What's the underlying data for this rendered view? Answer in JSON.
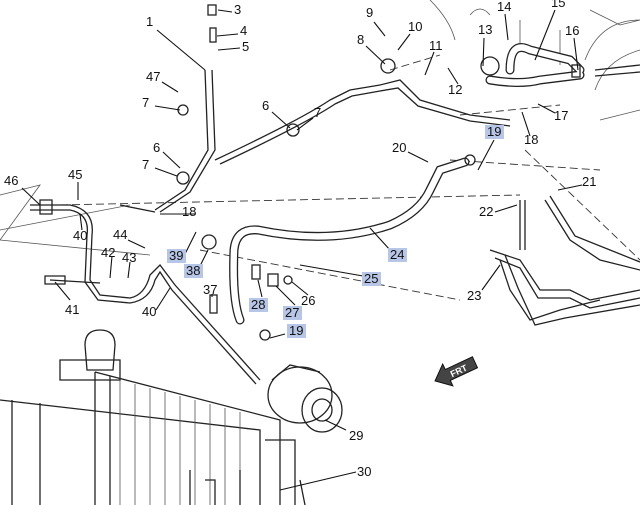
{
  "diagram": {
    "title": "A/C refrigerant lines exploded view",
    "callouts": [
      "1",
      "3",
      "4",
      "5",
      "47",
      "7",
      "6",
      "7",
      "6",
      "7",
      "46",
      "45",
      "40",
      "44",
      "42",
      "43",
      "41",
      "40",
      "39",
      "38",
      "37",
      "18",
      "28",
      "27",
      "26",
      "25",
      "24",
      "19",
      "29",
      "30",
      "9",
      "10",
      "8",
      "11",
      "13",
      "14",
      "15",
      "16",
      "12",
      "17",
      "18",
      "19",
      "20",
      "21",
      "22",
      "23"
    ],
    "highlighted_callouts": [
      "39",
      "38",
      "28",
      "27",
      "25",
      "24",
      "19"
    ],
    "highlight_color": "#b7c6e6",
    "direction_label": "FRT"
  }
}
